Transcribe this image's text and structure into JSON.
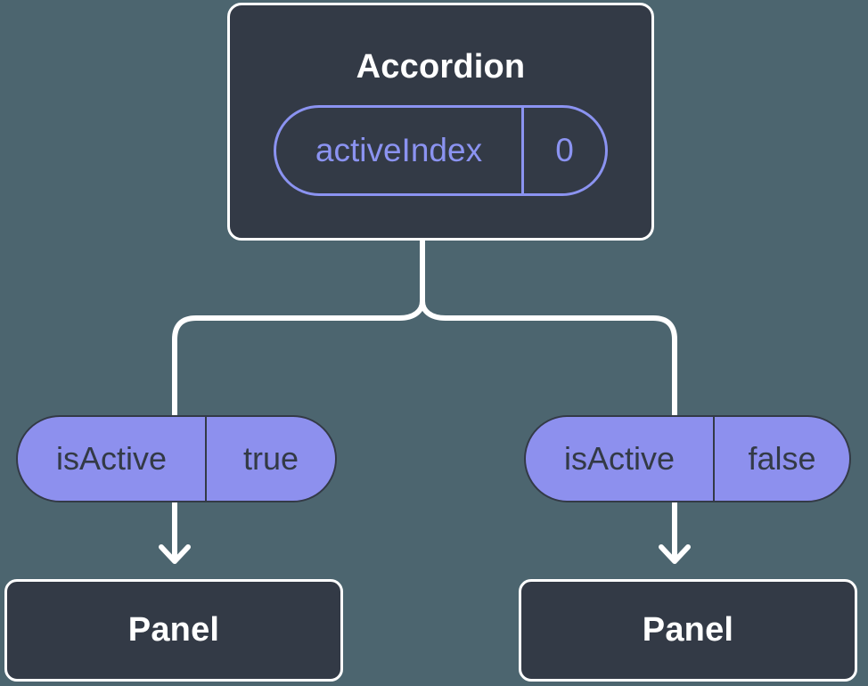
{
  "diagram": {
    "description": "React component tree showing state passed down as props",
    "root": {
      "title": "Accordion",
      "state": {
        "name": "activeIndex",
        "value": "0"
      }
    },
    "children": [
      {
        "prop": {
          "name": "isActive",
          "value": "true"
        },
        "title": "Panel"
      },
      {
        "prop": {
          "name": "isActive",
          "value": "false"
        },
        "title": "Panel"
      }
    ]
  },
  "colors": {
    "background": "#4C656F",
    "node_fill": "#333A46",
    "node_border": "#FFFFFF",
    "connector": "#FFFFFF",
    "prop_purple": "#8B93F1",
    "pill_fill": "#8D90EE",
    "pill_outline": "#333A46",
    "pill_text": "#333A46"
  }
}
